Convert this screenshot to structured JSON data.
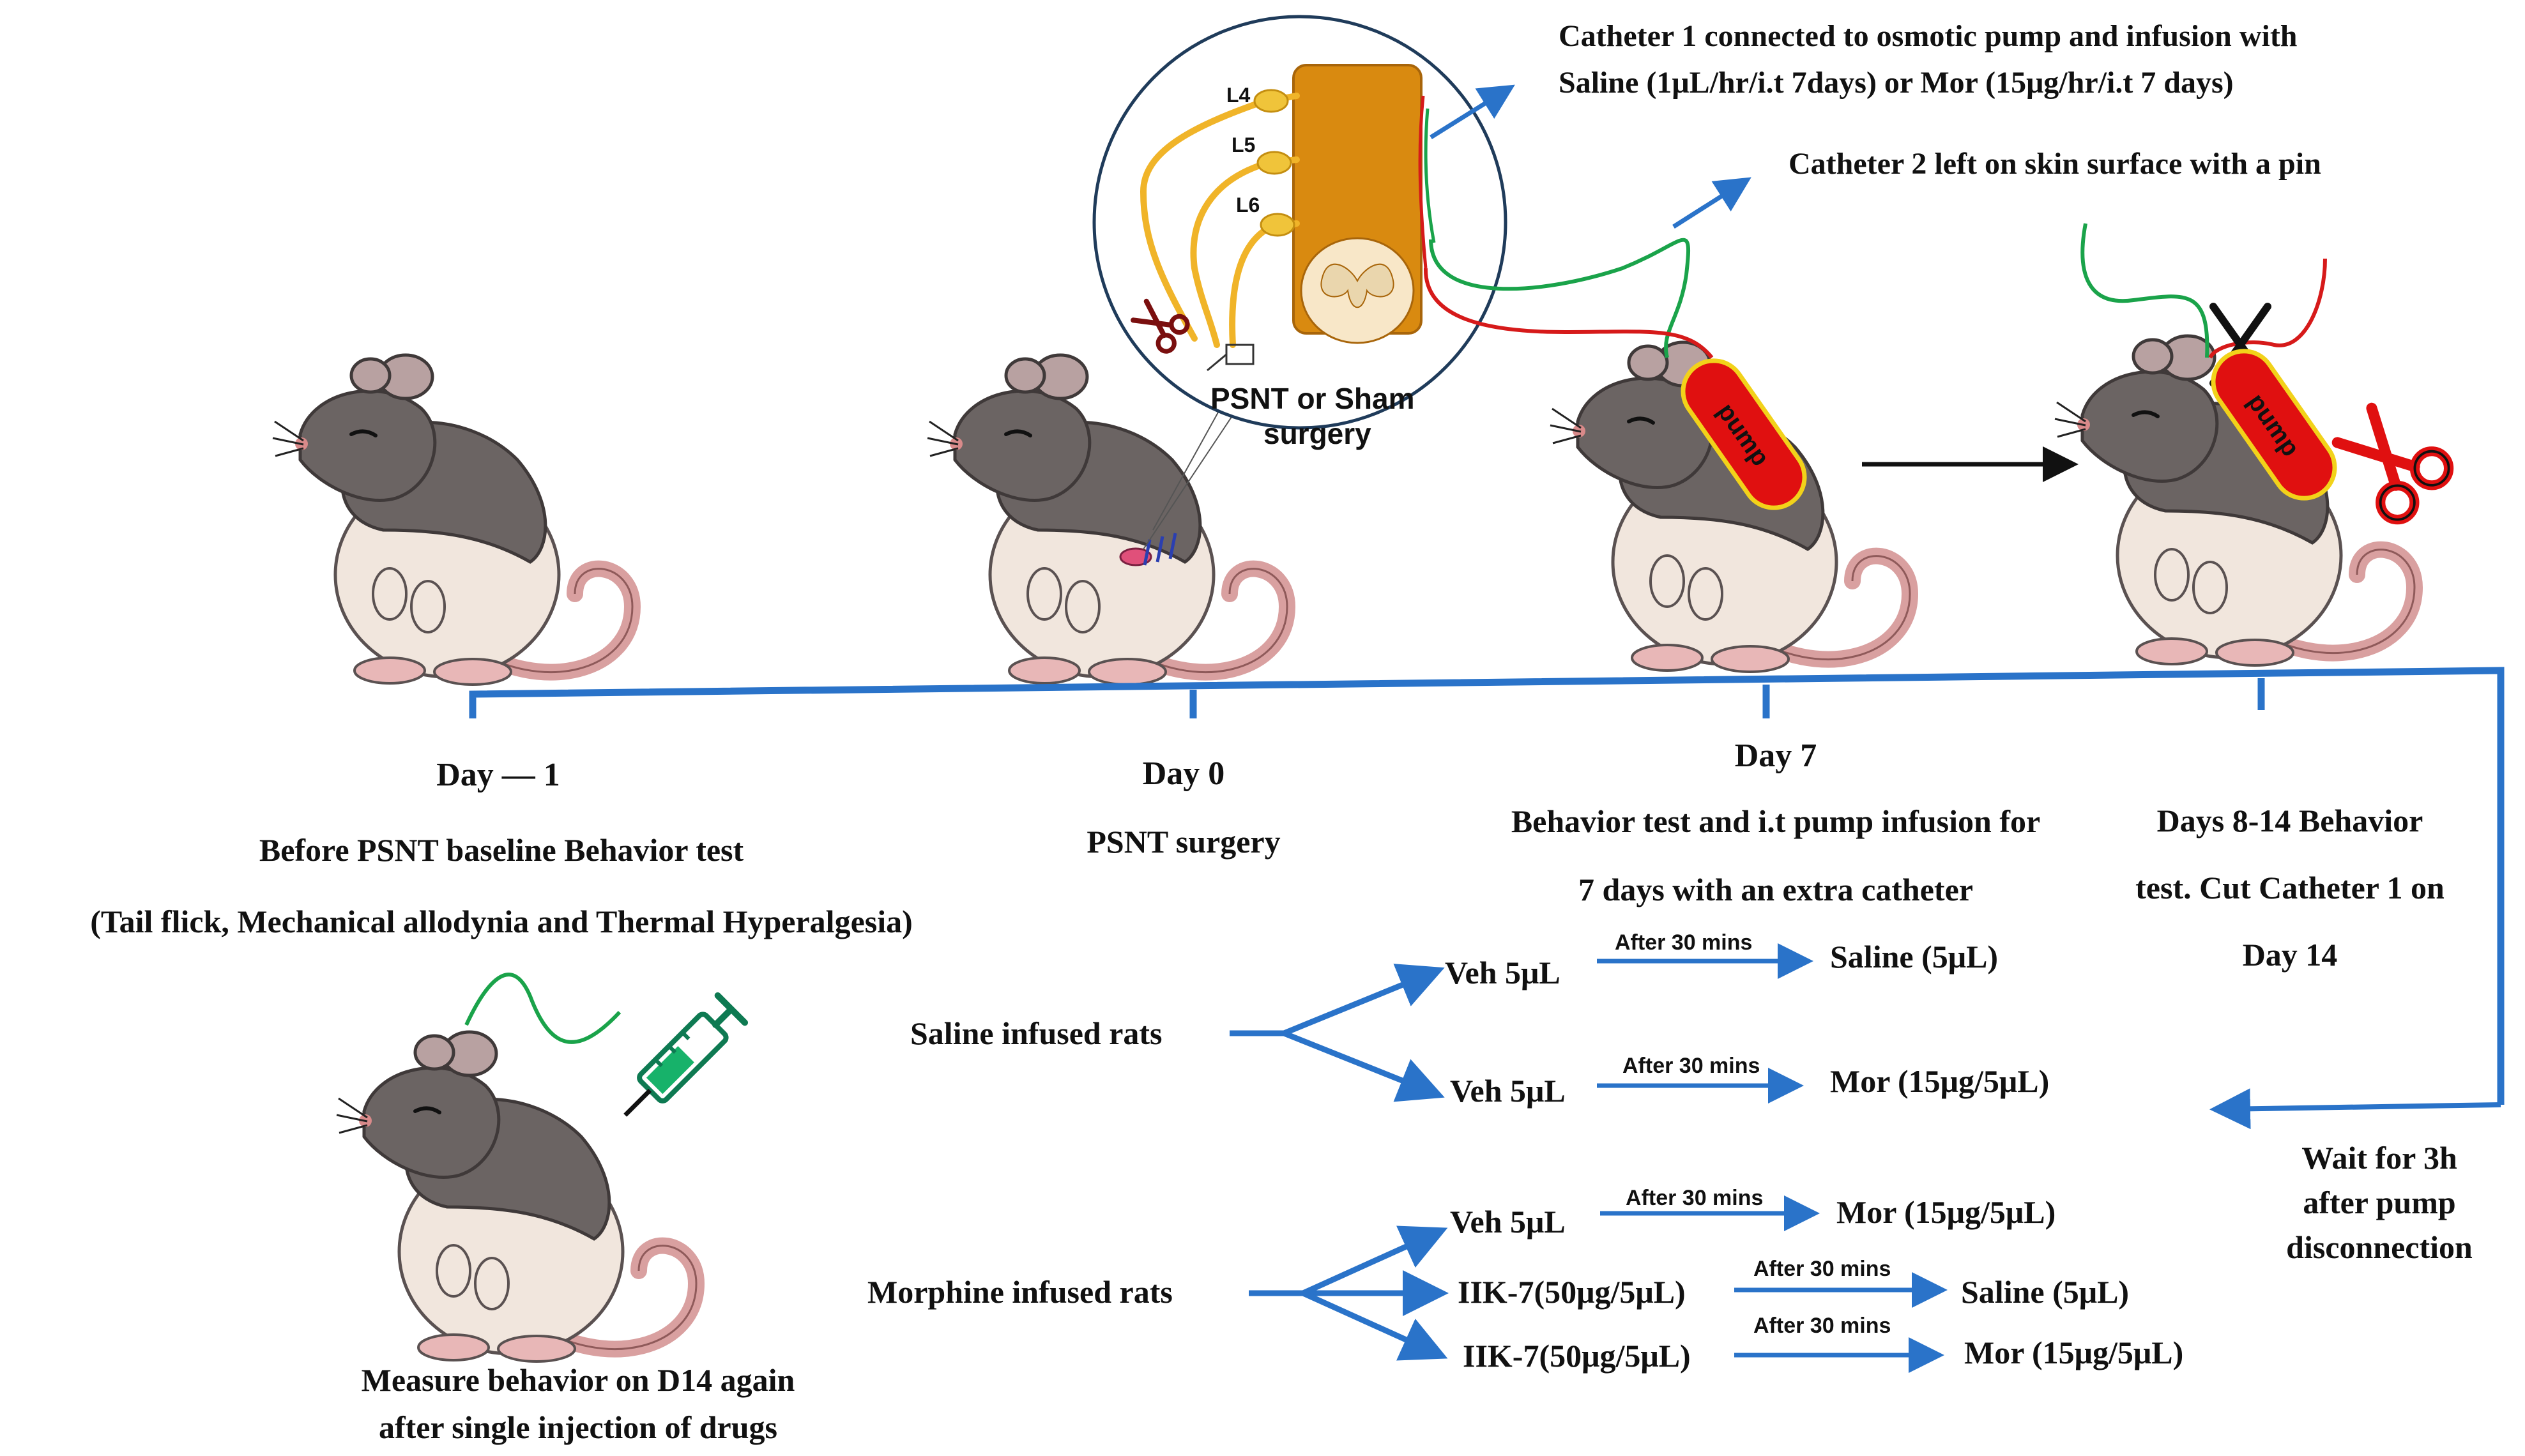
{
  "colors": {
    "timeline": "#2a73c9",
    "arrow": "#2a73c9",
    "catheter_green": "#1aa34a",
    "catheter_red": "#d61a1a",
    "pump_fill": "#e01010",
    "pump_outline": "#f2d21a",
    "nerve": "#f0b429",
    "cord": "#d98a10",
    "rat_dark": "#6b6463",
    "rat_light": "#f1e6dd",
    "rat_pink": "#d9a0a0",
    "syringe": "#17b26a"
  },
  "inset": {
    "roots": [
      "L4",
      "L5",
      "L6"
    ],
    "surgery_label_line1": "PSNT or Sham",
    "surgery_label_line2": "surgery"
  },
  "callouts": {
    "catheter1_line1": "Catheter 1 connected to osmotic pump and infusion with",
    "catheter1_line2": "Saline (1μL/hr/i.t 7days) or Mor (15μg/hr/i.t 7 days)",
    "catheter2": "Catheter 2 left on skin surface with a pin"
  },
  "pump_label": "pump",
  "timeline": {
    "stages": [
      {
        "day": "Day  — 1",
        "lines": [
          "Before PSNT baseline Behavior test",
          "(Tail flick, Mechanical allodynia and Thermal Hyperalgesia)"
        ]
      },
      {
        "day": "Day  0",
        "lines": [
          "PSNT surgery"
        ]
      },
      {
        "day": "Day  7",
        "lines": [
          "Behavior test and i.t pump infusion for",
          "7 days with an extra catheter"
        ]
      },
      {
        "day": "",
        "lines": [
          "Days  8-14 Behavior",
          "test. Cut Catheter 1 on",
          "Day 14"
        ]
      }
    ],
    "wait_lines": [
      "Wait for 3h",
      "after pump",
      "disconnection"
    ]
  },
  "groups": [
    {
      "name": "Saline infused rats",
      "branches": [
        {
          "first": "Veh 5μL",
          "interval": "After 30 mins",
          "second": "Saline (5μL)"
        },
        {
          "first": "Veh 5μL",
          "interval": "After 30 mins",
          "second": "Mor (15μg/5μL)"
        }
      ]
    },
    {
      "name": "Morphine infused rats",
      "branches": [
        {
          "first": "Veh 5μL",
          "interval": "After 30 mins",
          "second": "Mor (15μg/5μL)"
        },
        {
          "first": "IIK-7(50μg/5μL)",
          "interval": "After 30 mins",
          "second": "Saline (5μL)"
        },
        {
          "first": "IIK-7(50μg/5μL)",
          "interval": "After 30 mins",
          "second": "Mor (15μg/5μL)"
        }
      ]
    }
  ],
  "measure_lines": [
    "Measure behavior on D14 again",
    "after single injection of drugs"
  ]
}
